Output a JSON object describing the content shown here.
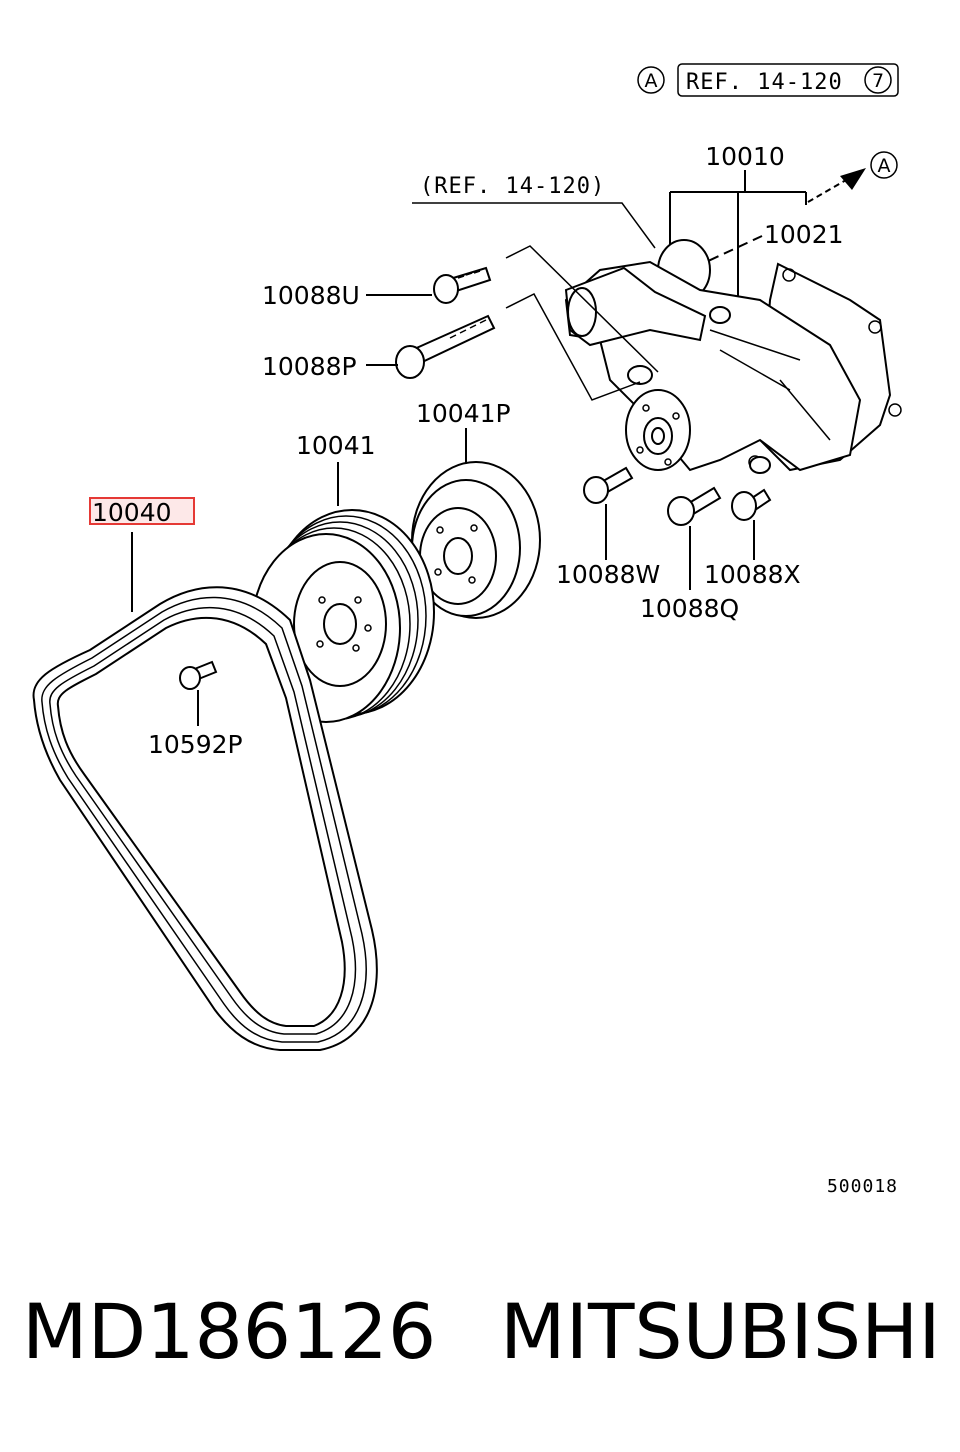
{
  "diagram": {
    "ref_top": {
      "circle_letter": "A",
      "text": "REF. 14-120",
      "circle_number": "7"
    },
    "ref_inline": "(REF. 14-120)",
    "arrow_letter": "A",
    "diagram_number": "500018",
    "highlight_color": "#e53935",
    "highlight_fill": "#fde8e8",
    "callouts": {
      "c10010": "10010",
      "c10021": "10021",
      "c10088U": "10088U",
      "c10088P": "10088P",
      "c10041P": "10041P",
      "c10041": "10041",
      "c10040": "10040",
      "c10088W": "10088W",
      "c10088X": "10088X",
      "c10088Q": "10088Q",
      "c10592P": "10592P"
    }
  },
  "footer": {
    "part_number": "MD186126",
    "brand": "MITSUBISHI"
  }
}
